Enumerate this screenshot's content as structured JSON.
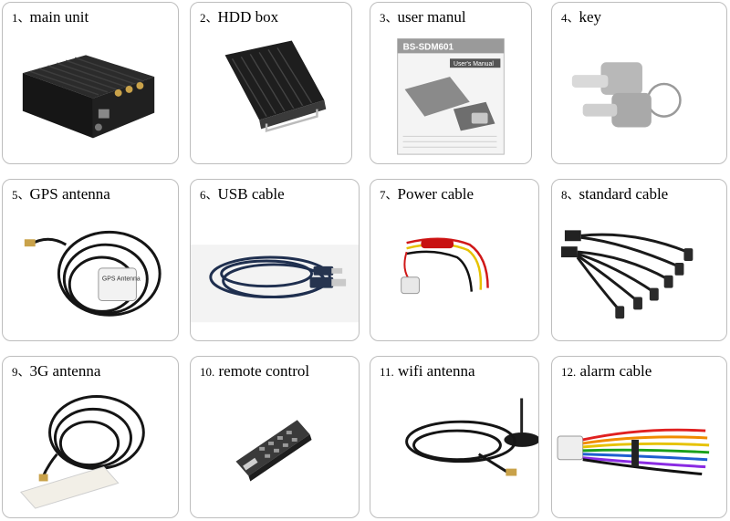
{
  "items": [
    {
      "num": "1、",
      "label": "main unit"
    },
    {
      "num": "2、",
      "label": "HDD box"
    },
    {
      "num": "3、",
      "label": "user manul"
    },
    {
      "num": "4、",
      "label": "key"
    },
    {
      "num": "5、",
      "label": "GPS antenna"
    },
    {
      "num": "6、",
      "label": "USB cable"
    },
    {
      "num": "7、",
      "label": "Power cable"
    },
    {
      "num": "8、",
      "label": "standard cable"
    },
    {
      "num": "9、",
      "label": "3G antenna"
    },
    {
      "num": "10.",
      "label": " remote control"
    },
    {
      "num": "11.",
      "label": " wifi  antenna"
    },
    {
      "num": "12.",
      "label": " alarm cable"
    }
  ],
  "manual_cover": {
    "model": "BS-SDM601",
    "subtitle": "User's Manual"
  },
  "gps_label": "GPS Antenna"
}
